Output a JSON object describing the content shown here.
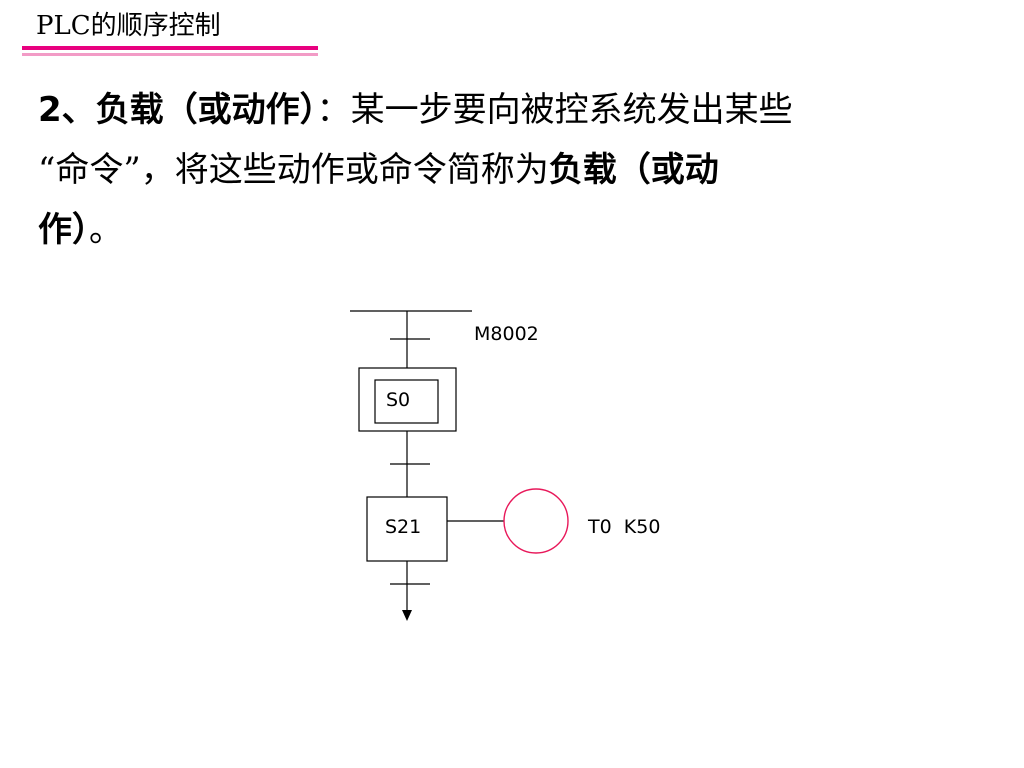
{
  "header": {
    "title": "PLC的顺序控制",
    "rule_color": "#e8007f"
  },
  "body": {
    "number": "2",
    "sep": "、",
    "term": "负载（或动作）",
    "colon": "：",
    "text1": "某一步要向被控系统发出某些",
    "text2": "“命令”，将这些动作或命令简称为",
    "term2a": "负载（或动",
    "term2b": "作）",
    "end": "。"
  },
  "diagram": {
    "transition_top_label": "M8002",
    "initial_step_label": "S0",
    "step_label": "S21",
    "action_label": "T0  K50",
    "action_color": "#e8185a"
  }
}
